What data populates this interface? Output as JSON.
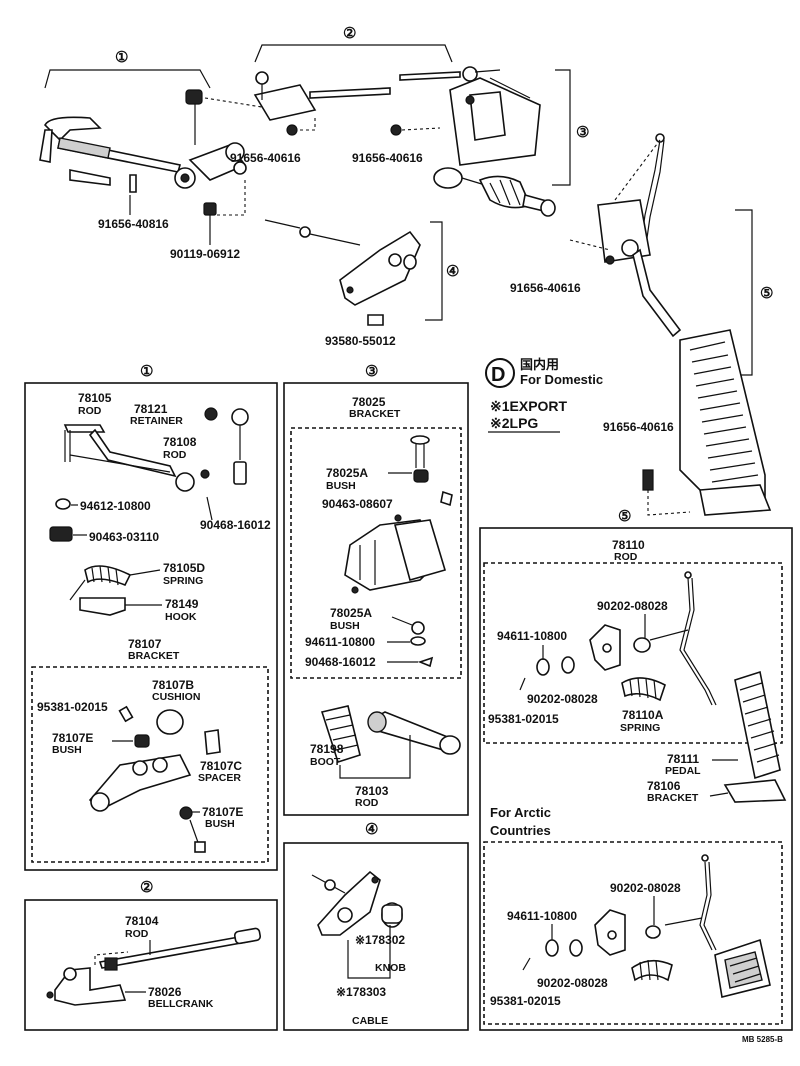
{
  "overview": {
    "group_labels": [
      "①",
      "②",
      "③",
      "④",
      "⑤"
    ],
    "parts": [
      "91656-40816",
      "90119-06912",
      "91656-40616",
      "91656-40616",
      "91656-40616",
      "93580-55012",
      "91656-40616"
    ]
  },
  "legend": {
    "domestic_symbol": "D",
    "domestic_jp": "国内用",
    "domestic_en": "For Domestic",
    "export": "※1EXPORT",
    "lpg": "※2LPG"
  },
  "panel1": {
    "label": "①",
    "items": [
      {
        "no": "78105",
        "name": "ROD"
      },
      {
        "no": "78121",
        "name": "RETAINER"
      },
      {
        "no": "78108",
        "name": "ROD"
      },
      {
        "no": "94612-10800",
        "name": ""
      },
      {
        "no": "90468-16012",
        "name": ""
      },
      {
        "no": "90463-03110",
        "name": ""
      },
      {
        "no": "78105D",
        "name": "SPRING"
      },
      {
        "no": "78149",
        "name": "HOOK"
      },
      {
        "no": "78107",
        "name": "BRACKET"
      },
      {
        "no": "78107B",
        "name": "CUSHION"
      },
      {
        "no": "95381-02015",
        "name": ""
      },
      {
        "no": "78107E",
        "name": "BUSH"
      },
      {
        "no": "78107C",
        "name": "SPACER"
      },
      {
        "no": "78107E",
        "name": "BUSH"
      }
    ]
  },
  "panel2": {
    "label": "②",
    "items": [
      {
        "no": "78104",
        "name": "ROD"
      },
      {
        "no": "78026",
        "name": "BELLCRANK"
      }
    ]
  },
  "panel3": {
    "label": "③",
    "items": [
      {
        "no": "78025",
        "name": "BRACKET"
      },
      {
        "no": "78025A",
        "name": "BUSH"
      },
      {
        "no": "90463-08607",
        "name": ""
      },
      {
        "no": "78025A",
        "name": "BUSH"
      },
      {
        "no": "94611-10800",
        "name": ""
      },
      {
        "no": "90468-16012",
        "name": ""
      },
      {
        "no": "78198",
        "name": "BOOT"
      },
      {
        "no": "78103",
        "name": "ROD"
      }
    ]
  },
  "panel4": {
    "label": "④",
    "items": [
      {
        "no": "※178302",
        "name": "KNOB"
      },
      {
        "no": "※178303",
        "name": "CABLE"
      }
    ]
  },
  "panel5": {
    "label": "⑤",
    "items": [
      {
        "no": "78110",
        "name": "ROD"
      },
      {
        "no": "90202-08028",
        "name": ""
      },
      {
        "no": "94611-10800",
        "name": ""
      },
      {
        "no": "90202-08028",
        "name": ""
      },
      {
        "no": "95381-02015",
        "name": ""
      },
      {
        "no": "78110A",
        "name": "SPRING"
      },
      {
        "no": "78111",
        "name": "PEDAL"
      },
      {
        "no": "78106",
        "name": "BRACKET"
      }
    ],
    "arctic_title_1": "For Arctic",
    "arctic_title_2": "Countries",
    "arctic_items": [
      "90202-08028",
      "94611-10800",
      "90202-08028",
      "95381-02015"
    ]
  },
  "footer_code": "MB 5285-B"
}
